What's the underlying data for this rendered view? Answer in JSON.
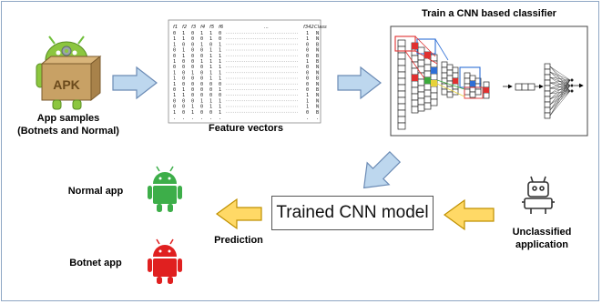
{
  "labels": {
    "app_samples_line1": "App samples",
    "app_samples_line2": "(Botnets and Normal)",
    "feature_vectors": "Feature vectors",
    "train_cnn": "Train a CNN based classifier",
    "trained_model": "Trained CNN model",
    "unclassified_line1": "Unclassified",
    "unclassified_line2": "application",
    "prediction": "Prediction",
    "normal_app": "Normal app",
    "botnet_app": "Botnet app",
    "apk_badge": "APK"
  },
  "feature_table": {
    "headers": [
      "f1",
      "f2",
      "f3",
      "f4",
      "f5",
      "f6",
      "...",
      "f342",
      "Class"
    ],
    "rows": [
      [
        "0",
        "1",
        "0",
        "1",
        "1",
        "0",
        "1",
        "N"
      ],
      [
        "1",
        "1",
        "0",
        "0",
        "1",
        "0",
        "1",
        "N"
      ],
      [
        "1",
        "0",
        "0",
        "1",
        "0",
        "1",
        "0",
        "B"
      ],
      [
        "0",
        "1",
        "0",
        "0",
        "1",
        "1",
        "0",
        "N"
      ],
      [
        "0",
        "1",
        "0",
        "0",
        "1",
        "1",
        "0",
        "B"
      ],
      [
        "1",
        "0",
        "0",
        "1",
        "1",
        "1",
        "1",
        "B"
      ],
      [
        "0",
        "0",
        "0",
        "0",
        "1",
        "1",
        "0",
        "N"
      ],
      [
        "1",
        "0",
        "1",
        "0",
        "1",
        "1",
        "0",
        "N"
      ],
      [
        "1",
        "0",
        "0",
        "0",
        "1",
        "1",
        "0",
        "B"
      ],
      [
        "1",
        "0",
        "0",
        "0",
        "0",
        "0",
        "0",
        "N"
      ],
      [
        "0",
        "1",
        "0",
        "0",
        "0",
        "1",
        "0",
        "B"
      ],
      [
        "1",
        "1",
        "0",
        "0",
        "0",
        "0",
        "1",
        "N"
      ],
      [
        "0",
        "0",
        "0",
        "1",
        "1",
        "1",
        "1",
        "N"
      ],
      [
        "0",
        "0",
        "1",
        "0",
        "1",
        "1",
        "1",
        "N"
      ],
      [
        "1",
        "0",
        "1",
        "0",
        "0",
        "1",
        "0",
        "B"
      ]
    ],
    "ellipsis_row": [
      ".",
      ".",
      ".",
      ".",
      ".",
      ".",
      ".",
      "."
    ]
  },
  "colors": {
    "arrow_fill": "#bdd7ee",
    "arrow_stroke": "#6b8bb5",
    "prediction_arrow_fill": "#ffd966",
    "prediction_arrow_stroke": "#bf9000",
    "android_green": "#3dae49",
    "android_red": "#e02020",
    "apk_box": "#c8a165",
    "cnn_red": "#e03030",
    "cnn_blue": "#2f6fd6",
    "cnn_green": "#3caa3c",
    "cnn_yellow": "#e8d23a"
  },
  "icons": {
    "apk": "android-apk-package-icon",
    "unclassified": "robot-outline-icon",
    "normal": "green-android-icon",
    "botnet": "red-android-icon"
  }
}
